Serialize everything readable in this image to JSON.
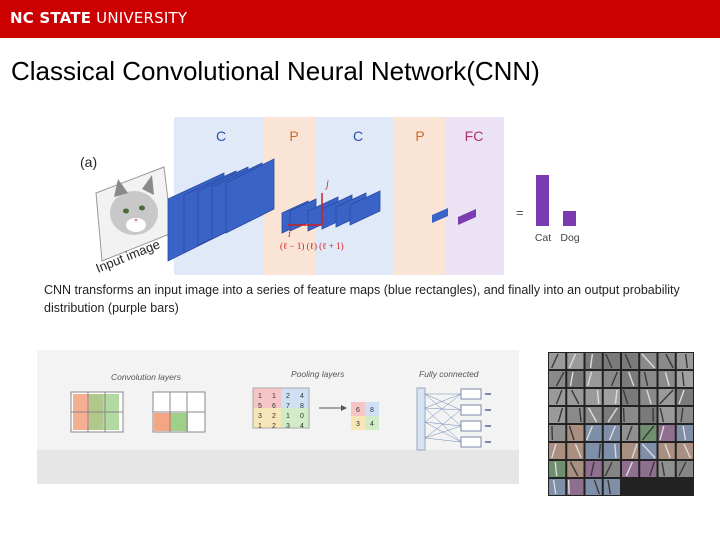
{
  "header": {
    "brand_bold": "NC STATE",
    "brand_rest": " UNIVERSITY",
    "color": "#cc0000"
  },
  "slide": {
    "title": "Classical Convolutional Neural Network(CNN)",
    "caption": "CNN transforms an input image into a series of feature maps (blue rectangles), and finally into an output probability distribution (purple bars)"
  },
  "figure_a": {
    "panel_label": "(a)",
    "stage_labels": [
      "C",
      "P",
      "C",
      "P",
      "FC"
    ],
    "input_label": "Input image",
    "equals_sign": "=",
    "index_j": "j",
    "index_i": "i",
    "index_row": "(ℓ − 1)   (ℓ)   (ℓ + 1)",
    "output_classes": [
      "Cat",
      "Dog"
    ],
    "output_probabilities": [
      0.85,
      0.25
    ],
    "colors": {
      "feature_map": "#3a63c8",
      "output_bar": "#7a3cb0",
      "conv_band": "#dfe9f7",
      "pool_band": "#f9e4d6",
      "fc_band": "#ebe3f3"
    }
  },
  "figure_b": {
    "conv_label": "Convolution layers",
    "pool_label": "Pooling layers",
    "fc_label": "Fully connected",
    "pool_grid": [
      [
        "1",
        "1",
        "2",
        "4"
      ],
      [
        "5",
        "6",
        "7",
        "8"
      ],
      [
        "3",
        "2",
        "1",
        "0"
      ],
      [
        "1",
        "2",
        "3",
        "4"
      ]
    ],
    "pooled_grid": [
      [
        "6",
        "8"
      ],
      [
        "3",
        "4"
      ]
    ]
  },
  "figure_c": {
    "filter_grid_cols": 8,
    "filter_grid_rows": 8
  }
}
